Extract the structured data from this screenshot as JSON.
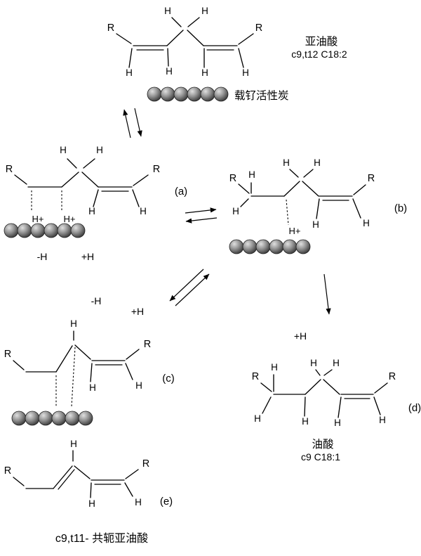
{
  "compounds": {
    "linoleic": {
      "name": "亚油酸",
      "formula": "c9,t12 C18:2"
    },
    "catalyst_label": "载钌活性炭",
    "oleic": {
      "name": "油酸",
      "formula": "c9  C18:1"
    },
    "conjugated": {
      "name": "c9,t11- 共轭亚油酸"
    }
  },
  "steps": {
    "a": "(a)",
    "b": "(b)",
    "c": "(c)",
    "d": "(d)",
    "e": "(e)"
  },
  "reactions": {
    "a_minus_h": "-H",
    "a_plus_h": "+H",
    "c_minus_h": "-H",
    "c_plus_h": "+H",
    "d_plus_h": "+H"
  },
  "atoms": {
    "r": "R",
    "h": "H",
    "h_plus": "H+"
  },
  "colors": {
    "line": "#000000",
    "background": "#ffffff"
  }
}
